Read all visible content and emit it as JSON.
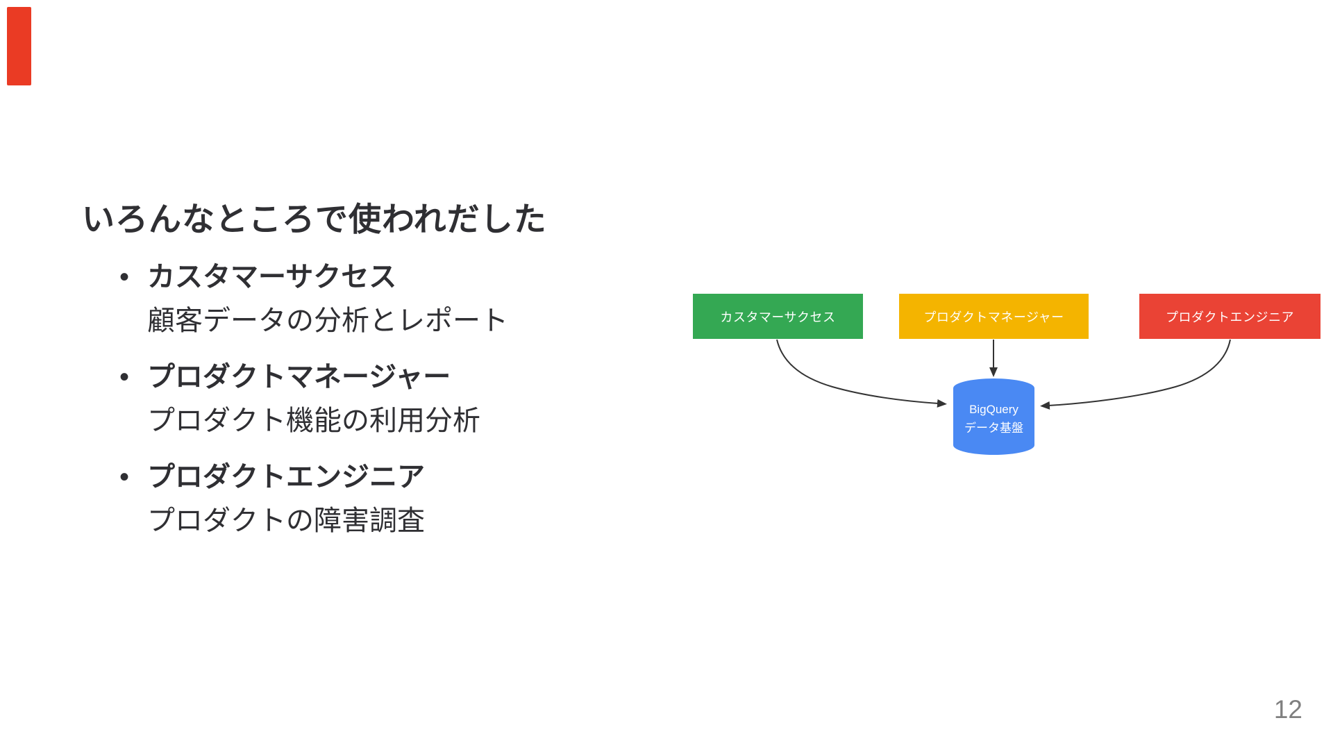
{
  "slide": {
    "title": "いろんなところで使われだした",
    "page_number": "12",
    "background_color": "#ffffff",
    "accent_bar_color": "#ea3b24",
    "text_color": "#2f2f33",
    "page_number_color": "#7f7f7f",
    "bullets": [
      {
        "term": "カスタマーサクセス",
        "description": "顧客データの分析とレポート"
      },
      {
        "term": "プロダクトマネージャー",
        "description": "プロダクト機能の利用分析"
      },
      {
        "term": "プロダクトエンジニア",
        "description": "プロダクトの障害調査"
      }
    ]
  },
  "diagram": {
    "source_nodes": [
      {
        "label": "カスタマーサクセス",
        "color": "#34a853"
      },
      {
        "label": "プロダクトマネージャー",
        "color": "#f4b400"
      },
      {
        "label": "プロダクトエンジニア",
        "color": "#ea4335"
      }
    ],
    "target_node": {
      "label_line1": "BigQuery",
      "label_line2": "データ基盤",
      "color": "#4a89f3"
    },
    "arrow_color": "#333333"
  }
}
